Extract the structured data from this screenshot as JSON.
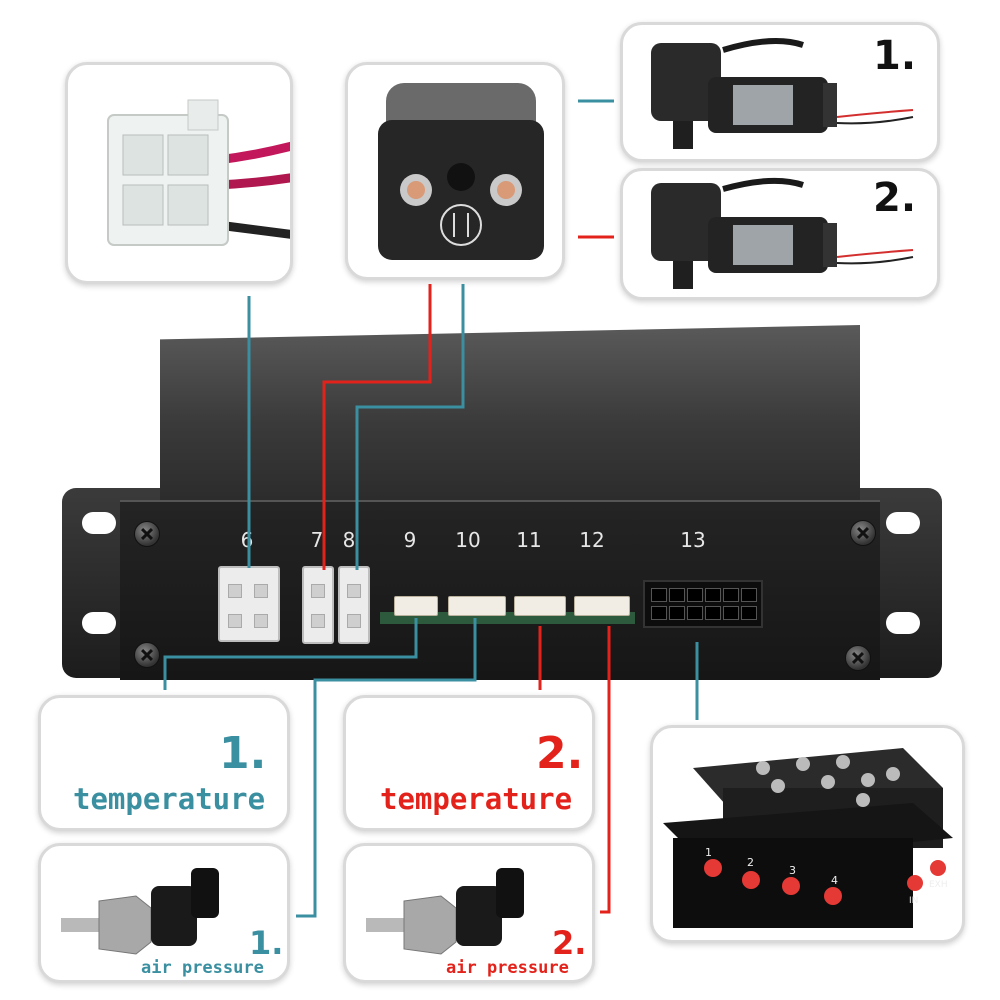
{
  "ports": [
    {
      "id": "port-6",
      "label": "6"
    },
    {
      "id": "port-7",
      "label": "7"
    },
    {
      "id": "port-8",
      "label": "8"
    },
    {
      "id": "port-9",
      "label": "9"
    },
    {
      "id": "port-10",
      "label": "10"
    },
    {
      "id": "port-11",
      "label": "11"
    },
    {
      "id": "port-12",
      "label": "12"
    },
    {
      "id": "port-13",
      "label": "13"
    }
  ],
  "compressors": [
    {
      "number": "1."
    },
    {
      "number": "2."
    }
  ],
  "temperature_sensors": [
    {
      "number": "1.",
      "label": "temperature",
      "color": "#3a8fa0"
    },
    {
      "number": "2.",
      "label": "temperature",
      "color": "#e3231b"
    }
  ],
  "pressure_sensors": [
    {
      "number": "1.",
      "label": "air pressure",
      "color": "#3a8fa0"
    },
    {
      "number": "2.",
      "label": "air pressure",
      "color": "#e3231b"
    }
  ],
  "valve_block": {
    "outlet_labels": [
      "1",
      "2",
      "3",
      "4"
    ],
    "in_label": "IN",
    "exh_label": "EXH"
  },
  "colors": {
    "teal_wire": "#3a8fa0",
    "red_wire": "#e3231b"
  }
}
